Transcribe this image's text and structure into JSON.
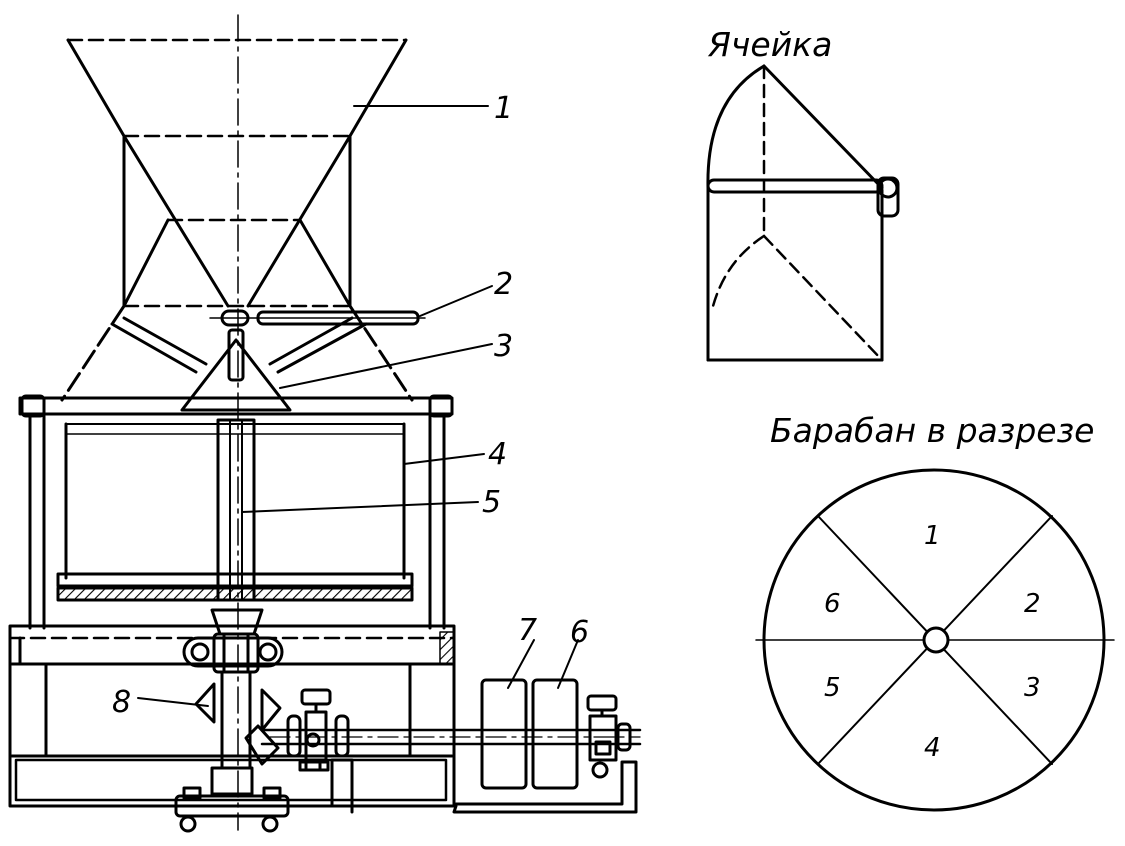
{
  "labels": {
    "part_1": "1",
    "part_2": "2",
    "part_3": "3",
    "part_4": "4",
    "part_5": "5",
    "part_6": "6",
    "part_7": "7",
    "part_8": "8"
  },
  "cell": {
    "title": "Ячейка"
  },
  "drum": {
    "title": "Барабан в разрезе",
    "sections": [
      "1",
      "2",
      "3",
      "4",
      "5",
      "6"
    ]
  },
  "colors": {
    "line": "#000000",
    "background": "#ffffff"
  }
}
